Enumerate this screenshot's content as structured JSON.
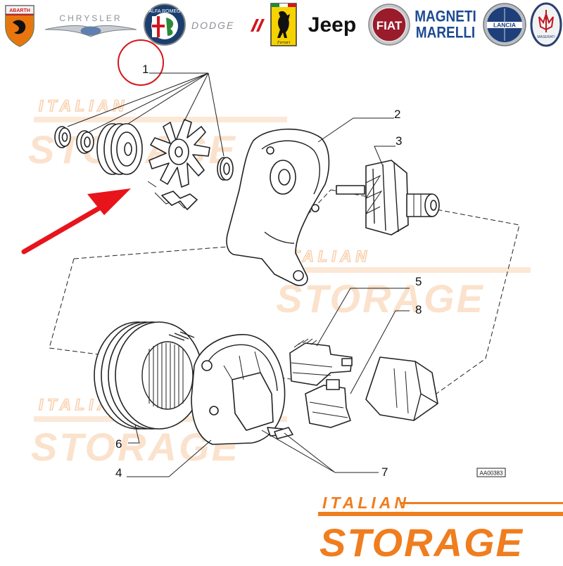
{
  "brands": {
    "abarth": "ABARTH",
    "chrysler": "CHRYSLER",
    "alfa_romeo": "ALFA ROMEO",
    "dodge": "DODGE",
    "ferrari": "Ferrari",
    "jeep": "Jeep",
    "fiat": "FIAT",
    "magneti_marelli_line1": "MAGNETI",
    "magneti_marelli_line2": "MARELLI",
    "lancia": "LANCIA",
    "maserati": "MASERATI"
  },
  "watermark": {
    "line1": "ITALIAN",
    "line2": "STORAGE"
  },
  "callouts": {
    "c1": "1",
    "c2": "2",
    "c3": "3",
    "c4": "4",
    "c5": "5",
    "c6": "6",
    "c7": "7",
    "c8": "8"
  },
  "diagram_code": "AA00383",
  "footer_logo": {
    "line1": "ITALIAN",
    "line2": "STORAGE"
  },
  "colors": {
    "accent_orange": "#f07d1e",
    "arrow_red": "#e8141c",
    "circle_red": "#d4161c",
    "line_dark": "#222222"
  }
}
